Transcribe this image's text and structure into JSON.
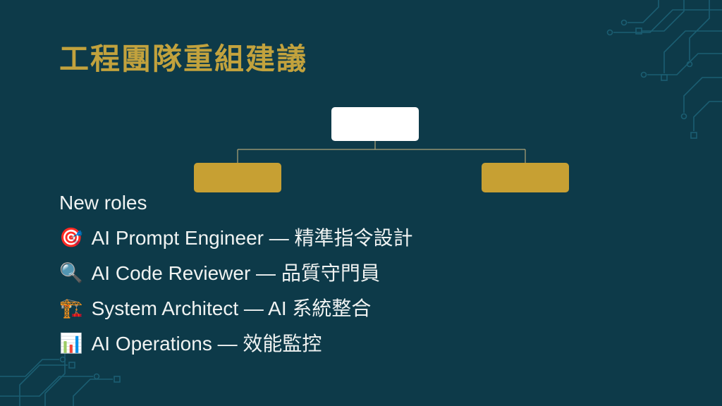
{
  "slide": {
    "title": "工程團隊重組建議",
    "new_roles_header": "New roles",
    "roles": [
      {
        "icon": "🎯",
        "icon_name": "target-icon",
        "text": "AI Prompt Engineer — 精準指令設計"
      },
      {
        "icon": "🔍",
        "icon_name": "magnifier-icon",
        "text": "AI Code Reviewer — 品質守門員"
      },
      {
        "icon": "🏗️",
        "icon_name": "construction-crane-icon",
        "text": "System Architect — AI 系統整合"
      },
      {
        "icon": "📊",
        "icon_name": "bar-chart-icon",
        "text": "AI Operations — 效能監控"
      }
    ],
    "org_chart": {
      "root": {
        "label": "",
        "fill": "#ffffff"
      },
      "children": [
        {
          "label": "",
          "fill": "#c7a033"
        },
        {
          "label": "",
          "fill": "#c7a033"
        }
      ]
    },
    "colors": {
      "background": "#0d3a49",
      "title_gold": "#c2a23d",
      "box_gold": "#c7a033",
      "connector": "#b0a478",
      "circuit_trace": "#1b5e72"
    }
  }
}
